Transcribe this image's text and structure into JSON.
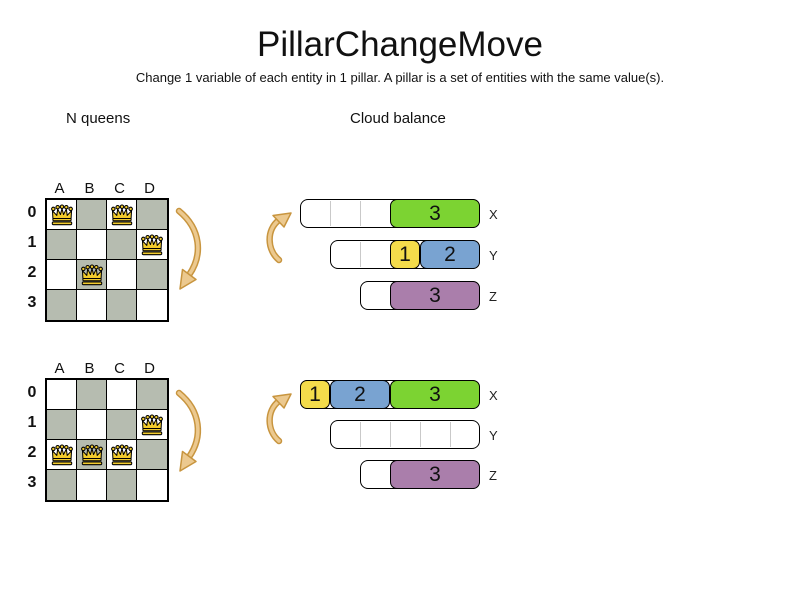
{
  "page": {
    "title": "PillarChangeMove",
    "subtitle": "Change 1 variable of each entity in 1 pillar. A pillar is a set of entities with the same value(s)."
  },
  "nqueens": {
    "section_label": "N queens",
    "column_headers": [
      "A",
      "B",
      "C",
      "D"
    ],
    "row_labels": [
      "0",
      "1",
      "2",
      "3"
    ],
    "boards": [
      {
        "name": "before",
        "queens": [
          "A0",
          "C0",
          "D1",
          "B2"
        ]
      },
      {
        "name": "after",
        "queens": [
          "D1",
          "A2",
          "B2",
          "C2"
        ]
      }
    ]
  },
  "cloud_balance": {
    "section_label": "Cloud balance",
    "states": [
      {
        "name": "before",
        "computers": [
          {
            "label": "X",
            "capacity": 6,
            "processes": [
              {
                "value": "3",
                "color": "green",
                "size": 3
              }
            ]
          },
          {
            "label": "Y",
            "capacity": 5,
            "processes": [
              {
                "value": "1",
                "color": "yellow",
                "size": 1
              },
              {
                "value": "2",
                "color": "blue",
                "size": 2
              }
            ]
          },
          {
            "label": "Z",
            "capacity": 4,
            "processes": [
              {
                "value": "3",
                "color": "purple",
                "size": 3
              }
            ]
          }
        ]
      },
      {
        "name": "after",
        "computers": [
          {
            "label": "X",
            "capacity": 6,
            "processes": [
              {
                "value": "1",
                "color": "yellow",
                "size": 1
              },
              {
                "value": "2",
                "color": "blue",
                "size": 2
              },
              {
                "value": "3",
                "color": "green",
                "size": 3
              }
            ]
          },
          {
            "label": "Y",
            "capacity": 5,
            "processes": []
          },
          {
            "label": "Z",
            "capacity": 4,
            "processes": [
              {
                "value": "3",
                "color": "purple",
                "size": 3
              }
            ]
          }
        ]
      }
    ]
  },
  "icons": {
    "queen": "queen-icon",
    "board_move_arrow": "curved-arrow-down-icon",
    "cloud_move_arrow": "curved-arrow-up-icon"
  },
  "colors": {
    "process_green": "#7CD332",
    "process_yellow": "#F4DC4B",
    "process_blue": "#79A3D1",
    "process_purple": "#AA7EAB",
    "board_dark_square": "#B6BCB0",
    "arrow_fill": "#ECC98F",
    "arrow_outline": "#C8953F",
    "queen_gold": "#F2CB2E"
  }
}
